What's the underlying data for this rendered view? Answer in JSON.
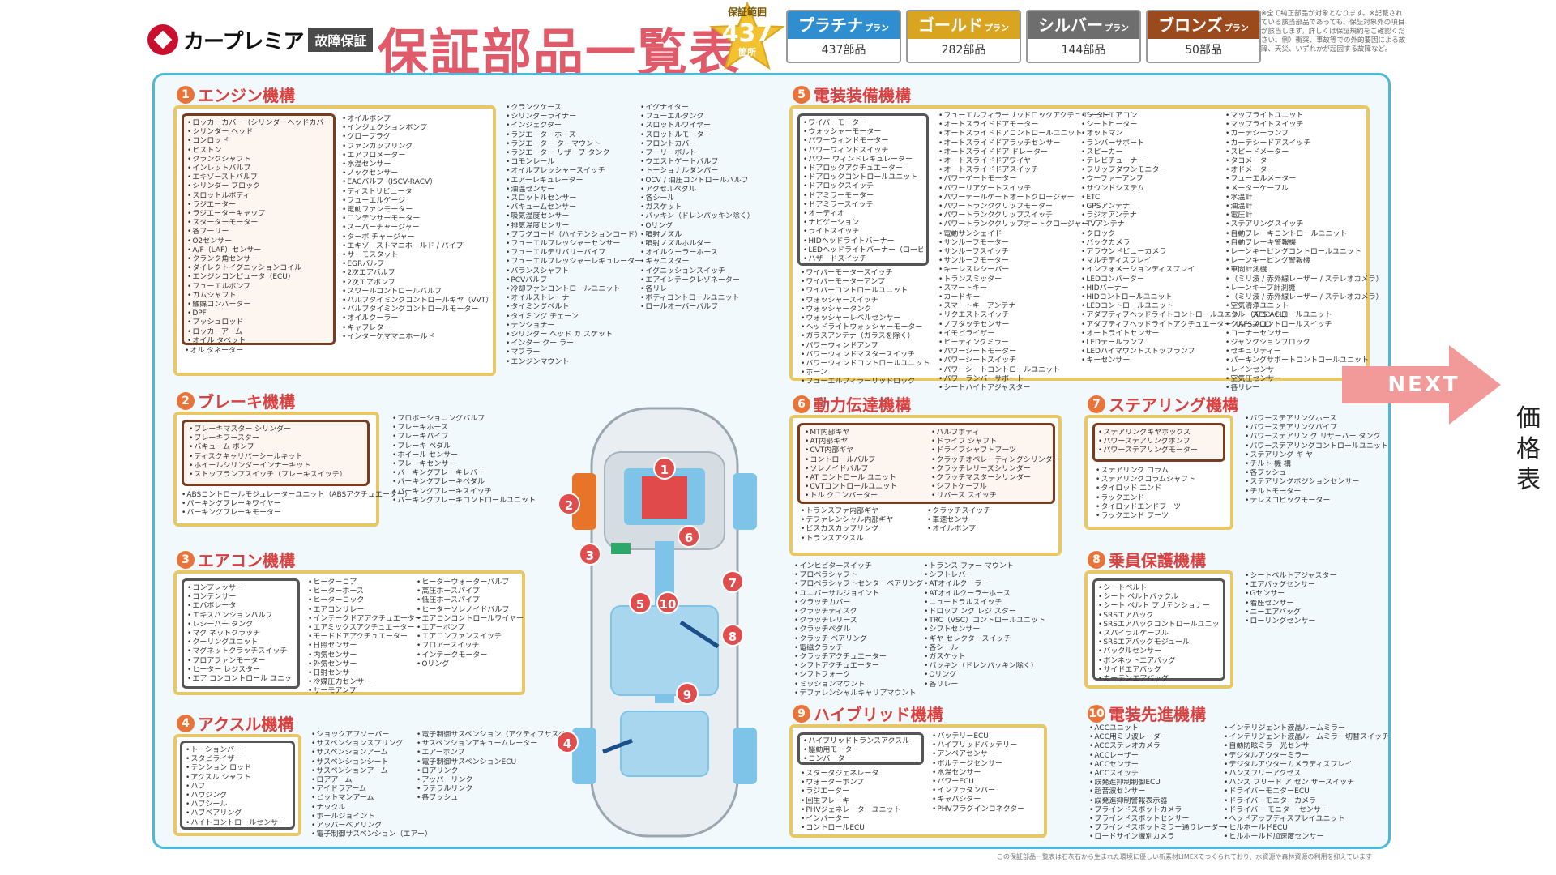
{
  "header": {
    "logo_text": "カープレミア",
    "logo_badge": "故障保証",
    "title": "保証部品一覧表",
    "star": {
      "caption": "保証範囲",
      "count": "437",
      "unit": "箇所"
    },
    "plans": [
      {
        "name": "プラチナ",
        "suffix": "プラン",
        "count": "437部品",
        "color": "#2f8ed0"
      },
      {
        "name": "ゴールド",
        "suffix": "プラン",
        "count": "282部品",
        "color": "#d9a521"
      },
      {
        "name": "シルバー",
        "suffix": "プラン",
        "count": "144部品",
        "color": "#6e6e6e"
      },
      {
        "name": "ブロンズ",
        "suffix": "プラン",
        "count": "50部品",
        "color": "#9a4a1c"
      }
    ],
    "note": "※全て純正部品が対象となります。※記載されている該当部品であっても、保証対象外の項目が該当します。詳しくは保証規約をご確認ください。例）衝突、事故等での外的要因による故障、天災、いずれかが起因する故障など。"
  },
  "sections": {
    "engine": {
      "num": "1",
      "title": "エンジン機構",
      "inner": [
        "ロッカーカバー（シリンダーヘッドカバー）",
        "シリンダー ヘッド",
        "コンロッド",
        "ピストン",
        "クランクシャフト",
        "インレットバルブ",
        "エキゾーストバルブ",
        "シリンダー ブロック",
        "スロットルボディ",
        "ラジエーター",
        "ラジエーターキャップ",
        "スターターモーター",
        "各プーリー",
        "O2センサー",
        "A/F（LAF）センサー",
        "クランク角センサー",
        "ダイレクトイグニッションコイル",
        "エンジンコンピュータ（ECU）",
        "フューエルポンプ",
        "カムシャフト",
        "触媒コンバーター",
        "DPF",
        "プッシュロッド",
        "ロッカーアーム",
        "オイル タペット"
      ],
      "after": [
        "オル タネーター"
      ],
      "cols": [
        [
          "オイルポンプ",
          "インジェクションポンプ",
          "グロープラグ",
          "ファンカップリング",
          "エアフロメーター",
          "水温センサー",
          "ノックセンサー",
          "EACバルブ（ISCV-RACV）",
          "ディストリビュータ",
          "フューエルゲージ",
          "電動ファンモーター",
          "コンデンサーモーター",
          "スーパーチャージャー",
          "ターボ チャージャー",
          "エキゾーストマニホールド / パイプ",
          "サーモスタット",
          "EGRバルブ",
          "2次エアバルブ",
          "2次エアポンプ",
          "スワールコントロールバルブ",
          "バルブタイミングコントロールギヤ（VVT）",
          "バルブタイミングコントロールモーター",
          "オイルクーラー",
          "キャブレター",
          "インターケママニホールド"
        ],
        [
          "クランクケース",
          "シリンダーライナー",
          "インジェクター",
          "ラジエーターホース",
          "ラジエーター ターマウント",
          "ラジエーター リザーブ タンク",
          "コモンレール",
          "オイルプレッシャースイッチ",
          "エアーレギュレーター",
          "油温センサー",
          "スロットルセンサー",
          "バキュームセンサー",
          "吸気温度センサー",
          "排気温度センサー",
          "プラグコード（ハイテンションコード）",
          "フューエルプレッシャーセンサー",
          "フューエルデリバリーパイプ",
          "フューエルプレッシャーレギュレーター",
          "バランスシャフト",
          "PCVバルブ",
          "冷却ファンコントロールユニット",
          "オイルストレーナ",
          "タイミングベルト",
          "タイミング チェーン",
          "テンショナー",
          "シリンダー ヘッド ガ スケット",
          "インター クー ラー",
          "マフラー",
          "エンジンマウント"
        ],
        [
          "イグナイター",
          "フューエルタンク",
          "スロットルワイヤー",
          "スロットルモーター",
          "フロントカバー",
          "プーリーボルト",
          "ウエストゲートバルブ",
          "トーショナルダンパー",
          "OCV / 油圧コントロールバルブ",
          "アクセルペダル",
          "各シール",
          "ガスケット",
          "パッキン（ドレンパッキン除く）",
          "Oリング",
          "噴射ノズル",
          "噴射ノズルホルダー",
          "オイルクーラーホース",
          "キャニスター",
          "イグニッションスイッチ",
          "エアインテークレゾネーター",
          "各リレー",
          "ボディコントロールユニット",
          "ロールオーバーバルブ"
        ]
      ]
    },
    "brake": {
      "num": "2",
      "title": "ブレーキ機構",
      "inner": [
        "ブレーキマスター シリンダー",
        "ブレーキブースター",
        "バキューム ポンプ",
        "ディスクキャリパーシールキット",
        "ホイールシリンダーインナーキット",
        "ストップランプスイッチ（ブレーキスイッチ）"
      ],
      "after": [
        "ABSコントロールモジュレーターユニット（ABSアクチュエーター）",
        "パーキングブレーキワイヤー",
        "パーキングブレーキモーター"
      ],
      "cols": [
        [
          "プロポーショニングバルブ",
          "ブレーキホース",
          "ブレーキパイプ",
          "ブレーキ ペダル",
          "ホイール センサー",
          "ブレーキセンサー",
          "パーキングブレーキレバー",
          "パーキングブレーキペダル",
          "パーキングブレーキスイッチ",
          "パーキングブレーキコントロールユニット"
        ]
      ]
    },
    "aircon": {
      "num": "3",
      "title": "エアコン機構",
      "inner": [
        "コンプレッサー",
        "コンデンサー",
        "エバポレータ",
        "エキスパンションバルブ",
        "レシーバー タンク",
        "マグ ネットクラッチ",
        "クーリングユニット",
        "マグネットクラッチスイッチ",
        "ブロアファンモーター",
        "ヒーター レジスター",
        "エア コンコントロール ユニット（ディスプレイ除く）"
      ],
      "cols": [
        [
          "ヒーターコア",
          "ヒーターホース",
          "ヒーターコック",
          "エアコンリレー",
          "インテークドアアクチュエーター",
          "エアミックスアクチュエーター",
          "モードドアアクチュエーター",
          "日照センサー",
          "内気センサー",
          "外気センサー",
          "日射センサー",
          "冷媒圧力センサー",
          "サーモアンプ"
        ],
        [
          "ヒーターウォーターバルブ",
          "高圧ホースパイプ",
          "低圧ホースパイプ",
          "ヒーターソレノイドバルブ",
          "エアコンコントロールワイヤー",
          "エアーポンプ",
          "エアコンファンスイッチ",
          "ブロアースイッチ",
          "インテークモーター",
          "Oリング"
        ]
      ]
    },
    "axle": {
      "num": "4",
      "title": "アクスル機構",
      "inner": [
        "トーションバー",
        "スタビライザー",
        "テンション ロッド",
        "アクスル シャフト",
        "ハブ",
        "ハウジング",
        "ハブシール",
        "ハブベアリング",
        "ハイトコントロールセンサー"
      ],
      "cols": [
        [
          "ショックアブソーバー",
          "サスペンションスプリング",
          "サスペンションアーム",
          "サスペンションシート",
          "サスペンションアーム",
          "ロアアーム",
          "アイドラアーム",
          "ピットマンアーム",
          "ナックル",
          "ボールジョイント",
          "アッパーベアリング",
          "電子制御サスペンション（エアー）"
        ],
        [
          "電子制御サスペンション（アクティブサスペンション）",
          "サスペンションアキュームレーター",
          "エアーポンプ",
          "電子制御サスペンションECU",
          "ロアリンク",
          "アッパーリンク",
          "ラテラルリンク",
          "各ブッシュ"
        ]
      ]
    },
    "electric": {
      "num": "5",
      "title": "電装装備機構",
      "inner": [
        "ワイパーモーター",
        "ウォッシャーモーター",
        "パワーウィンドモーター",
        "パワーウィンドスイッチ",
        "パワー ウィンドレギュレーター",
        "ドアロックアクチュエーター",
        "ドアロックコントロールユニット",
        "ドアロックスイッチ",
        "ドアミラーモーター",
        "ドアミラースイッチ",
        "オーディオ",
        "ナビゲーション",
        "ライトスイッチ",
        "HIDヘッドライトバーナー",
        "LEDヘッドライトバーナー（ロービーム/ハイビーム）",
        "ハザードスイッチ"
      ],
      "after": [
        "ワイパーモータースイッチ",
        "ワイパーモーターアンプ",
        "ワイパーコントロールユニット",
        "ウォッシャースイッチ",
        "ウォッシャータンク",
        "ウォッシャーレベルセンサー",
        "ヘッドライトウォッシャーモーター",
        "ガラスアンテナ（ガラスを除く）",
        "パワーウィンドアンプ",
        "パワーウィンドマスタースイッチ",
        "パワーウィンドコントロールユニット",
        "ホーン",
        "フューエルフィラーリッドロック"
      ],
      "cols": [
        [
          "フューエルフィラーリッドロックアクチュエーター",
          "オートスライドドアモーター",
          "オートスライドドアコントロールユニット",
          "オートスライドドアラッチセンサー",
          "オートスライドドア ドレーター",
          "オートスライドドアワイヤー",
          "オートスライドドアスイッチ",
          "パワーゲートモーター",
          "パワーリアゲートスイッチ",
          "パワーテールゲートオートクロージャー",
          "パワートランククリップモーター",
          "パワートランククリップスイッチ",
          "パワートランククリップオートクロージャー",
          "電動サンシェイド",
          "サンルーフモーター",
          "サンルーフスイッチ",
          "サンルーフモーター",
          "キーレスレシーバー",
          "トランスミッター",
          "スマートキー",
          "カードキー",
          "スマートキーアンテナ",
          "リクエストスイッチ",
          "ノブタッチセンサー",
          "イモビライザー",
          "ヒーティングミラー",
          "パワーシートモーター",
          "パワーシートスイッチ",
          "パワーシートコントロールユニット",
          "パワーランバーサポート",
          "シートハイトアジャスター"
        ],
        [
          "シートエアコン",
          "シートヒーター",
          "オットマン",
          "ランバーサポート",
          "スピーカー",
          "テレビチューナー",
          "フリップダウンモニター",
          "ウーファーアンプ",
          "サウンドシステム",
          "ETC",
          "GPSアンテナ",
          "ラジオアンテナ",
          "TVアンテナ",
          "クロック",
          "バックカメラ",
          "アラウンドビューカメラ",
          "マルチディスプレイ",
          "インフォメーションディスプレイ",
          "LEDコンバーター",
          "HIDバーナー",
          "HIDコントロールユニット",
          "LEDコントロールユニット",
          "アダプティブヘッドライトコントロールユニット（AFS ACL）",
          "アダプティブヘッドライトアクチュエーター（AFS-ACL）",
          "オートライトセンサー",
          "LEDテールランプ",
          "LEDハイマウントストップランプ",
          "キーセンサー"
        ],
        [
          "マップライトユニット",
          "マップライトスイッチ",
          "カーテシーランプ",
          "カーテシードアスイッチ",
          "スピードメーター",
          "タコメーター",
          "オドメーター",
          "フューエルメーター",
          "メーターケーブル",
          "水温計",
          "油温計",
          "電圧計",
          "ステアリングスイッチ",
          "自動ブレーキコントロールユニット",
          "自動ブレーキ警報機",
          "レーンキーピングコントロールユニット",
          "レーンキーピング警報機",
          "車間計測機",
          "（ミリ波 / 赤外線レーザー / ステレオカメラ）",
          "レーンキープ計測機",
          "（ミリ波 / 赤外線レーザー / ステレオカメラ）",
          "空気清浄ユニット",
          "クルーズコントロールユニット",
          "クルーズコントロールスイッチ",
          "コーナーセンサー",
          "ジャンクションブロック",
          "セキュリティー",
          "パーキングサポートコントロールユニット",
          "レインセンサー",
          "空気圧センサー",
          "各リレー"
        ]
      ]
    },
    "drivetrain": {
      "num": "6",
      "title": "動力伝達機構",
      "inner": [
        "MT内部ギヤ",
        "AT内部ギヤ",
        "CVT内部ギヤ",
        "コントロールバルブ",
        "ソレノイドバルブ",
        "AT コントロール ユニット",
        "CVTコントロールユニット",
        "トル クコンバーター"
      ],
      "inner2": [
        "バルブボディ",
        "ドライブ シャフト",
        "ドライブシャフトブーツ",
        "クラッチオペレーティングシリンダー",
        "クラッチレリーズシリンダー",
        "クラッチマスターシリンダー",
        "シフトケーブル",
        "リバース スイッチ"
      ],
      "after": [
        "トランスファ内部ギヤ",
        "デファレンシャル内部ギヤ",
        "ビスカスカップリング",
        "トランスアクスル"
      ],
      "after2": [
        "クラッチスイッチ",
        "車速センサー",
        "オイルポンプ"
      ],
      "cols": [
        [
          "インヒビタースイッチ",
          "プロペラシャフト",
          "プロペラシャフトセンターベアリング",
          "ユニバーサルジョイント",
          "クラッチカバー",
          "クラッチディスク",
          "クラッチレリーズ",
          "クラッチペダル",
          "クラッチ ベアリング",
          "電磁クラッチ",
          "クラッチアクチュエーター",
          "シフトアクチュエーター",
          "シフトフォーク",
          "ミッションマウント",
          "デファレンシャルキャリアマウント"
        ],
        [
          "トランス ファー マウント",
          "シフトレバー",
          "ATオイルクーラー",
          "ATオイルクーラーホース",
          "ニュートラルスイッチ",
          "ドロップ ング レジ スター",
          "TRC（VSC）コントロールユニット",
          "シフトセンサー",
          "ギヤ セレクタースイッチ",
          "各シール",
          "ガスケット",
          "パッキン（ドレンパッキン除く）",
          "Oリング",
          "各リレー"
        ]
      ]
    },
    "steering": {
      "num": "7",
      "title": "ステアリング機構",
      "inner": [
        "ステアリングギヤボックス",
        "パワーステアリングポンプ",
        "パワーステアリングモーター"
      ],
      "after": [
        "ステアリング コラム",
        "ステアリングコラムシャフト",
        "タイロッド エンド",
        "ラックエンド",
        "タイロッドエンドブーツ",
        "ラックエンド ブーツ"
      ],
      "cols": [
        [
          "パワーステアリングホース",
          "パワーステアリングパイプ",
          "パワーステアリン グ リザーバー タンク",
          "パワーステアリングコントロールユニット",
          "ステアリング ギ ヤ",
          "チルト 機 構",
          "各ブッシュ",
          "ステアリングポジションセンサー",
          "チルトモーター",
          "テレスコピックモーター"
        ]
      ]
    },
    "occupant": {
      "num": "8",
      "title": "乗員保護機構",
      "inner": [
        "シートベルト",
        "シート ベルトバックル",
        "シート ベルト プリテンショナー",
        "SRSエアバッグ",
        "SRSエアバッグコントロールユニット",
        "スパイラルケーブル",
        "SRSエアバッグモジュール",
        "バックルセンサー",
        "ボンネットエアバッグ",
        "サイドエアバッグ",
        "カーテンエアバッグ"
      ],
      "cols": [
        [
          "シートベルトアジャスター",
          "エアバッグセンサー",
          "Gセンサー",
          "着座センサー",
          "ニーエアバッグ",
          "ローリングセンサー"
        ]
      ]
    },
    "hybrid": {
      "num": "9",
      "title": "ハイブリッド機構",
      "inner": [
        "ハイブリッドトランスアクスル",
        "駆動用モーター",
        "コンバーター"
      ],
      "after": [
        "スタータジェネレータ",
        "ウォーターポンプ",
        "ラジエーター",
        "回生ブレーキ",
        "PHVジェネレーターユニット",
        "インバーター",
        "コントロールECU"
      ],
      "cols": [
        [
          "バッテリーECU",
          "ハイブリッドバッテリー",
          "アンペアセンサー",
          "ボルテージセンサー",
          "水温センサー",
          "パワーECU",
          "インフラダンパー",
          "キャパシター",
          "PHVプラグインコネクター"
        ]
      ]
    },
    "advanced": {
      "num": "10",
      "title": "電装先進機構",
      "cols": [
        [
          "ACCユニット",
          "ACC用ミリ波レーダー",
          "ACCステレオカメラ",
          "ACCレーザー",
          "ACCセンサー",
          "ACCスイッチ",
          "誤発進抑制制御ECU",
          "超音波センサー",
          "誤発進抑制警報表示器",
          "ブラインドスポットカメラ",
          "ブラインドスポットセンサー",
          "ブラインドスポットミラー通りレーダー",
          "ロードサイン識別カメラ"
        ],
        [
          "インテリジェント液晶ルームミラー",
          "インテリジェント液晶ルームミラー切替スイッチ",
          "自動防眩ミラー光センサー",
          "デジタルアウターミラー",
          "デジタルアウターカメラディスプレイ",
          "ハンズフリーアクセス",
          "ハンズ フリード ア セン サースイッチ",
          "ドライバーモニターECU",
          "ドライバーモニターカメラ",
          "ドライバー モニター センサー",
          "ヘッドアップディスプレイユニット",
          "ヒルホールドECU",
          "ヒルホールド加速度センサー"
        ]
      ]
    }
  },
  "car": {
    "markers": [
      "1",
      "2",
      "3",
      "4",
      "5",
      "6",
      "7",
      "8",
      "9",
      "10"
    ]
  },
  "next": {
    "label": "NEXT"
  },
  "side": {
    "label": "価格表"
  },
  "footer": {
    "text": "この保証部品一覧表は石灰石から生まれた環境に優しい新素材LIMEXでつくられており、水資源や森林資源の利用を抑えています"
  },
  "colors": {
    "frame": "#4db8d8",
    "title": "#e05a6a",
    "box_border": "#e8c766",
    "marker": "#e04d4d",
    "next": "#f29a9a"
  }
}
